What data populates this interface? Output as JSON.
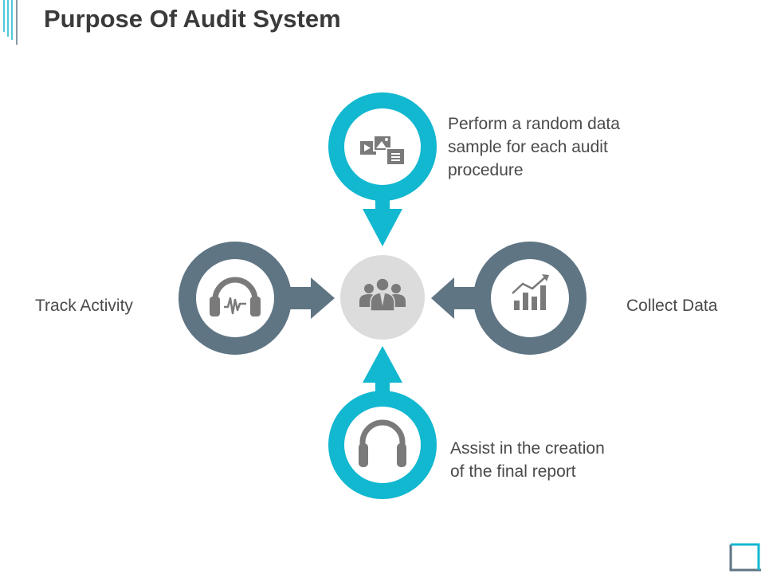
{
  "slide": {
    "title": "Purpose Of Audit System"
  },
  "colors": {
    "cyan": "#12b7d0",
    "slate": "#5f7584",
    "center": "#dcdcdc",
    "icon": "#7a7a7a",
    "text": "#4a4a4a"
  },
  "nodes": {
    "top": {
      "icon": "media-files-icon",
      "lines": [
        "Perform a random data",
        "sample for each audit",
        "procedure"
      ]
    },
    "left": {
      "icon": "headphones-waveform-icon",
      "label": "Track Activity"
    },
    "right": {
      "icon": "bar-chart-growth-icon",
      "label": "Collect Data"
    },
    "bottom": {
      "icon": "headset-icon",
      "lines": [
        "Assist in the creation",
        "of the final report"
      ]
    },
    "center": {
      "icon": "team-icon"
    }
  }
}
